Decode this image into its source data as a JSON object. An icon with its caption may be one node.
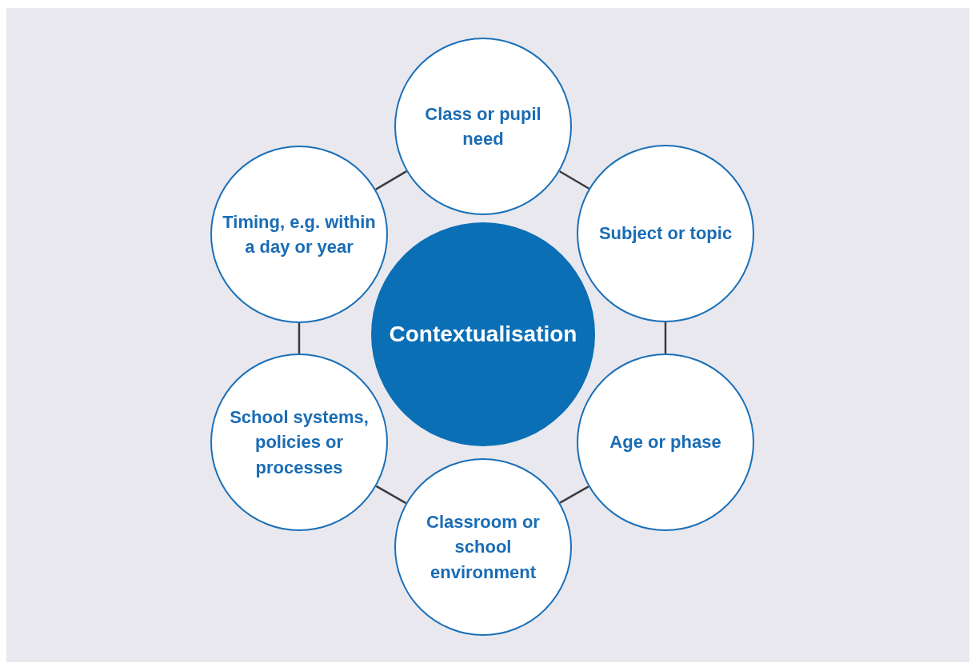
{
  "diagram": {
    "nodes": [
      {
        "text": [
          "Contextualisation"
        ]
      },
      {
        "text": [
          "Class or pupil need"
        ]
      },
      {
        "text": [
          "Subject or topic"
        ]
      },
      {
        "text": [
          "Age or phase"
        ]
      },
      {
        "text": [
          "Classroom or school environment"
        ]
      },
      {
        "text": [
          "School systems, policies or processes"
        ]
      },
      {
        "text": [
          "Timing, e.g. within a day or year"
        ]
      }
    ],
    "edges": [
      {
        "from": 1,
        "to": 2,
        "arrow": "none"
      },
      {
        "from": 2,
        "to": 3,
        "arrow": "none"
      },
      {
        "from": 3,
        "to": 4,
        "arrow": "none"
      },
      {
        "from": 4,
        "to": 5,
        "arrow": "none"
      },
      {
        "from": 5,
        "to": 6,
        "arrow": "none"
      },
      {
        "from": 6,
        "to": 1,
        "arrow": "none"
      }
    ]
  }
}
